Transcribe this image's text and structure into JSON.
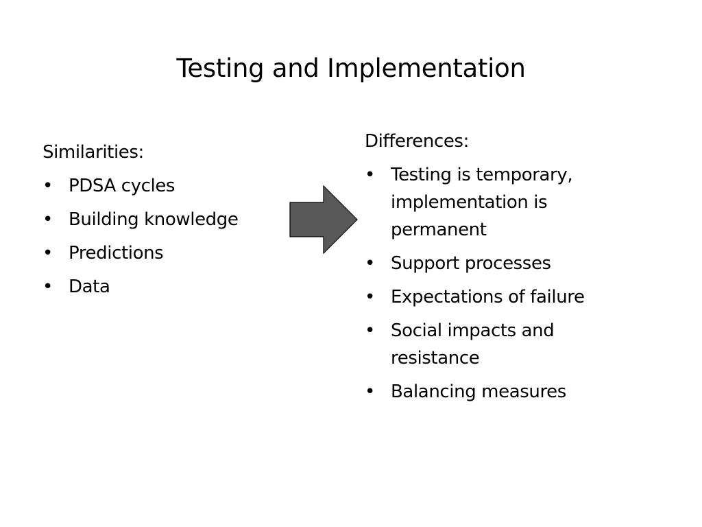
{
  "slide": {
    "title": "Testing and Implementation",
    "similarities": {
      "heading": "Similarities:",
      "items": [
        "PDSA cycles",
        "Building knowledge",
        "Predictions",
        "Data"
      ]
    },
    "differences": {
      "heading": "Differences:",
      "items": [
        "Testing is temporary, implementation is permanent",
        "Support processes",
        "Expectations of failure",
        "Social impacts and resistance",
        "Balancing measures"
      ]
    },
    "bullet_glyph": "•",
    "colors": {
      "arrow_fill": "#595959",
      "arrow_stroke": "#000000",
      "text": "#000000",
      "background": "#ffffff"
    },
    "icons": {
      "arrow": "right-arrow-icon"
    }
  }
}
